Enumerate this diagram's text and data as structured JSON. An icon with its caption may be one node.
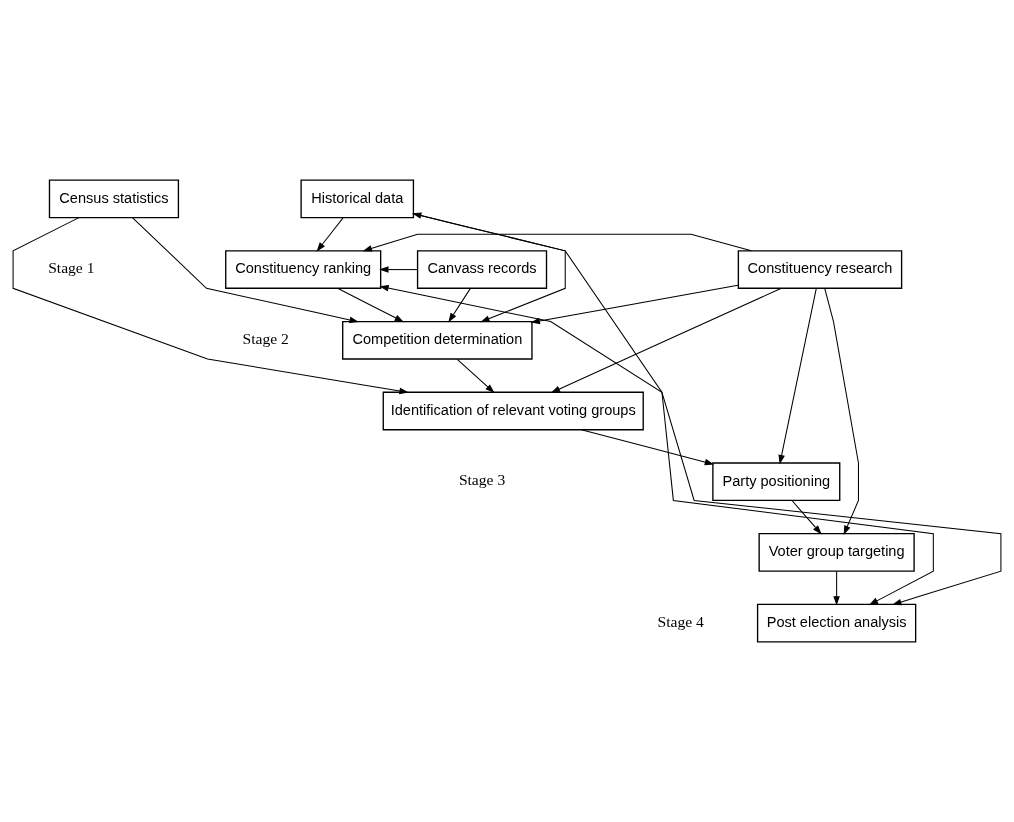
{
  "diagram": {
    "nodes": [
      {
        "text": [
          "Historical data"
        ]
      },
      {
        "text": [
          "Census statistics"
        ]
      },
      {
        "text": [
          "Constituency ranking"
        ]
      },
      {
        "text": [
          "Constituency research"
        ]
      },
      {
        "text": [
          "Canvass records"
        ]
      },
      {
        "text": [
          "Competition determination"
        ]
      },
      {
        "text": [
          "Identification of relevant voting groups"
        ]
      },
      {
        "text": [
          "Party positioning"
        ]
      },
      {
        "text": [
          "Voter group targeting"
        ]
      },
      {
        "text": [
          "Post election analysis"
        ]
      }
    ],
    "edges": [
      {
        "from": 9,
        "to": 0,
        "arrow": "both"
      },
      {
        "from": 9,
        "to": 2,
        "arrow": "both"
      },
      {
        "from": 0,
        "to": 2,
        "arrow": "to"
      },
      {
        "from": 0,
        "to": 5,
        "arrow": "to"
      },
      {
        "from": 1,
        "to": 5,
        "arrow": "to"
      },
      {
        "from": 1,
        "to": 6,
        "arrow": "to"
      },
      {
        "from": 3,
        "to": 2,
        "arrow": "to"
      },
      {
        "from": 4,
        "to": 2,
        "arrow": "to"
      },
      {
        "from": 2,
        "to": 5,
        "arrow": "to"
      },
      {
        "from": 3,
        "to": 5,
        "arrow": "to"
      },
      {
        "from": 4,
        "to": 5,
        "arrow": "to"
      },
      {
        "from": 5,
        "to": 6,
        "arrow": "to"
      },
      {
        "from": 3,
        "to": 6,
        "arrow": "to"
      },
      {
        "from": 6,
        "to": 7,
        "arrow": "to"
      },
      {
        "from": 3,
        "to": 7,
        "arrow": "to"
      },
      {
        "from": 7,
        "to": 8,
        "arrow": "to"
      },
      {
        "from": 3,
        "to": 8,
        "arrow": "to"
      },
      {
        "from": 8,
        "to": 9,
        "arrow": "to"
      }
    ],
    "labels": [
      "Stage 1",
      "Stage 2",
      "Stage 3",
      "Stage 4"
    ]
  }
}
